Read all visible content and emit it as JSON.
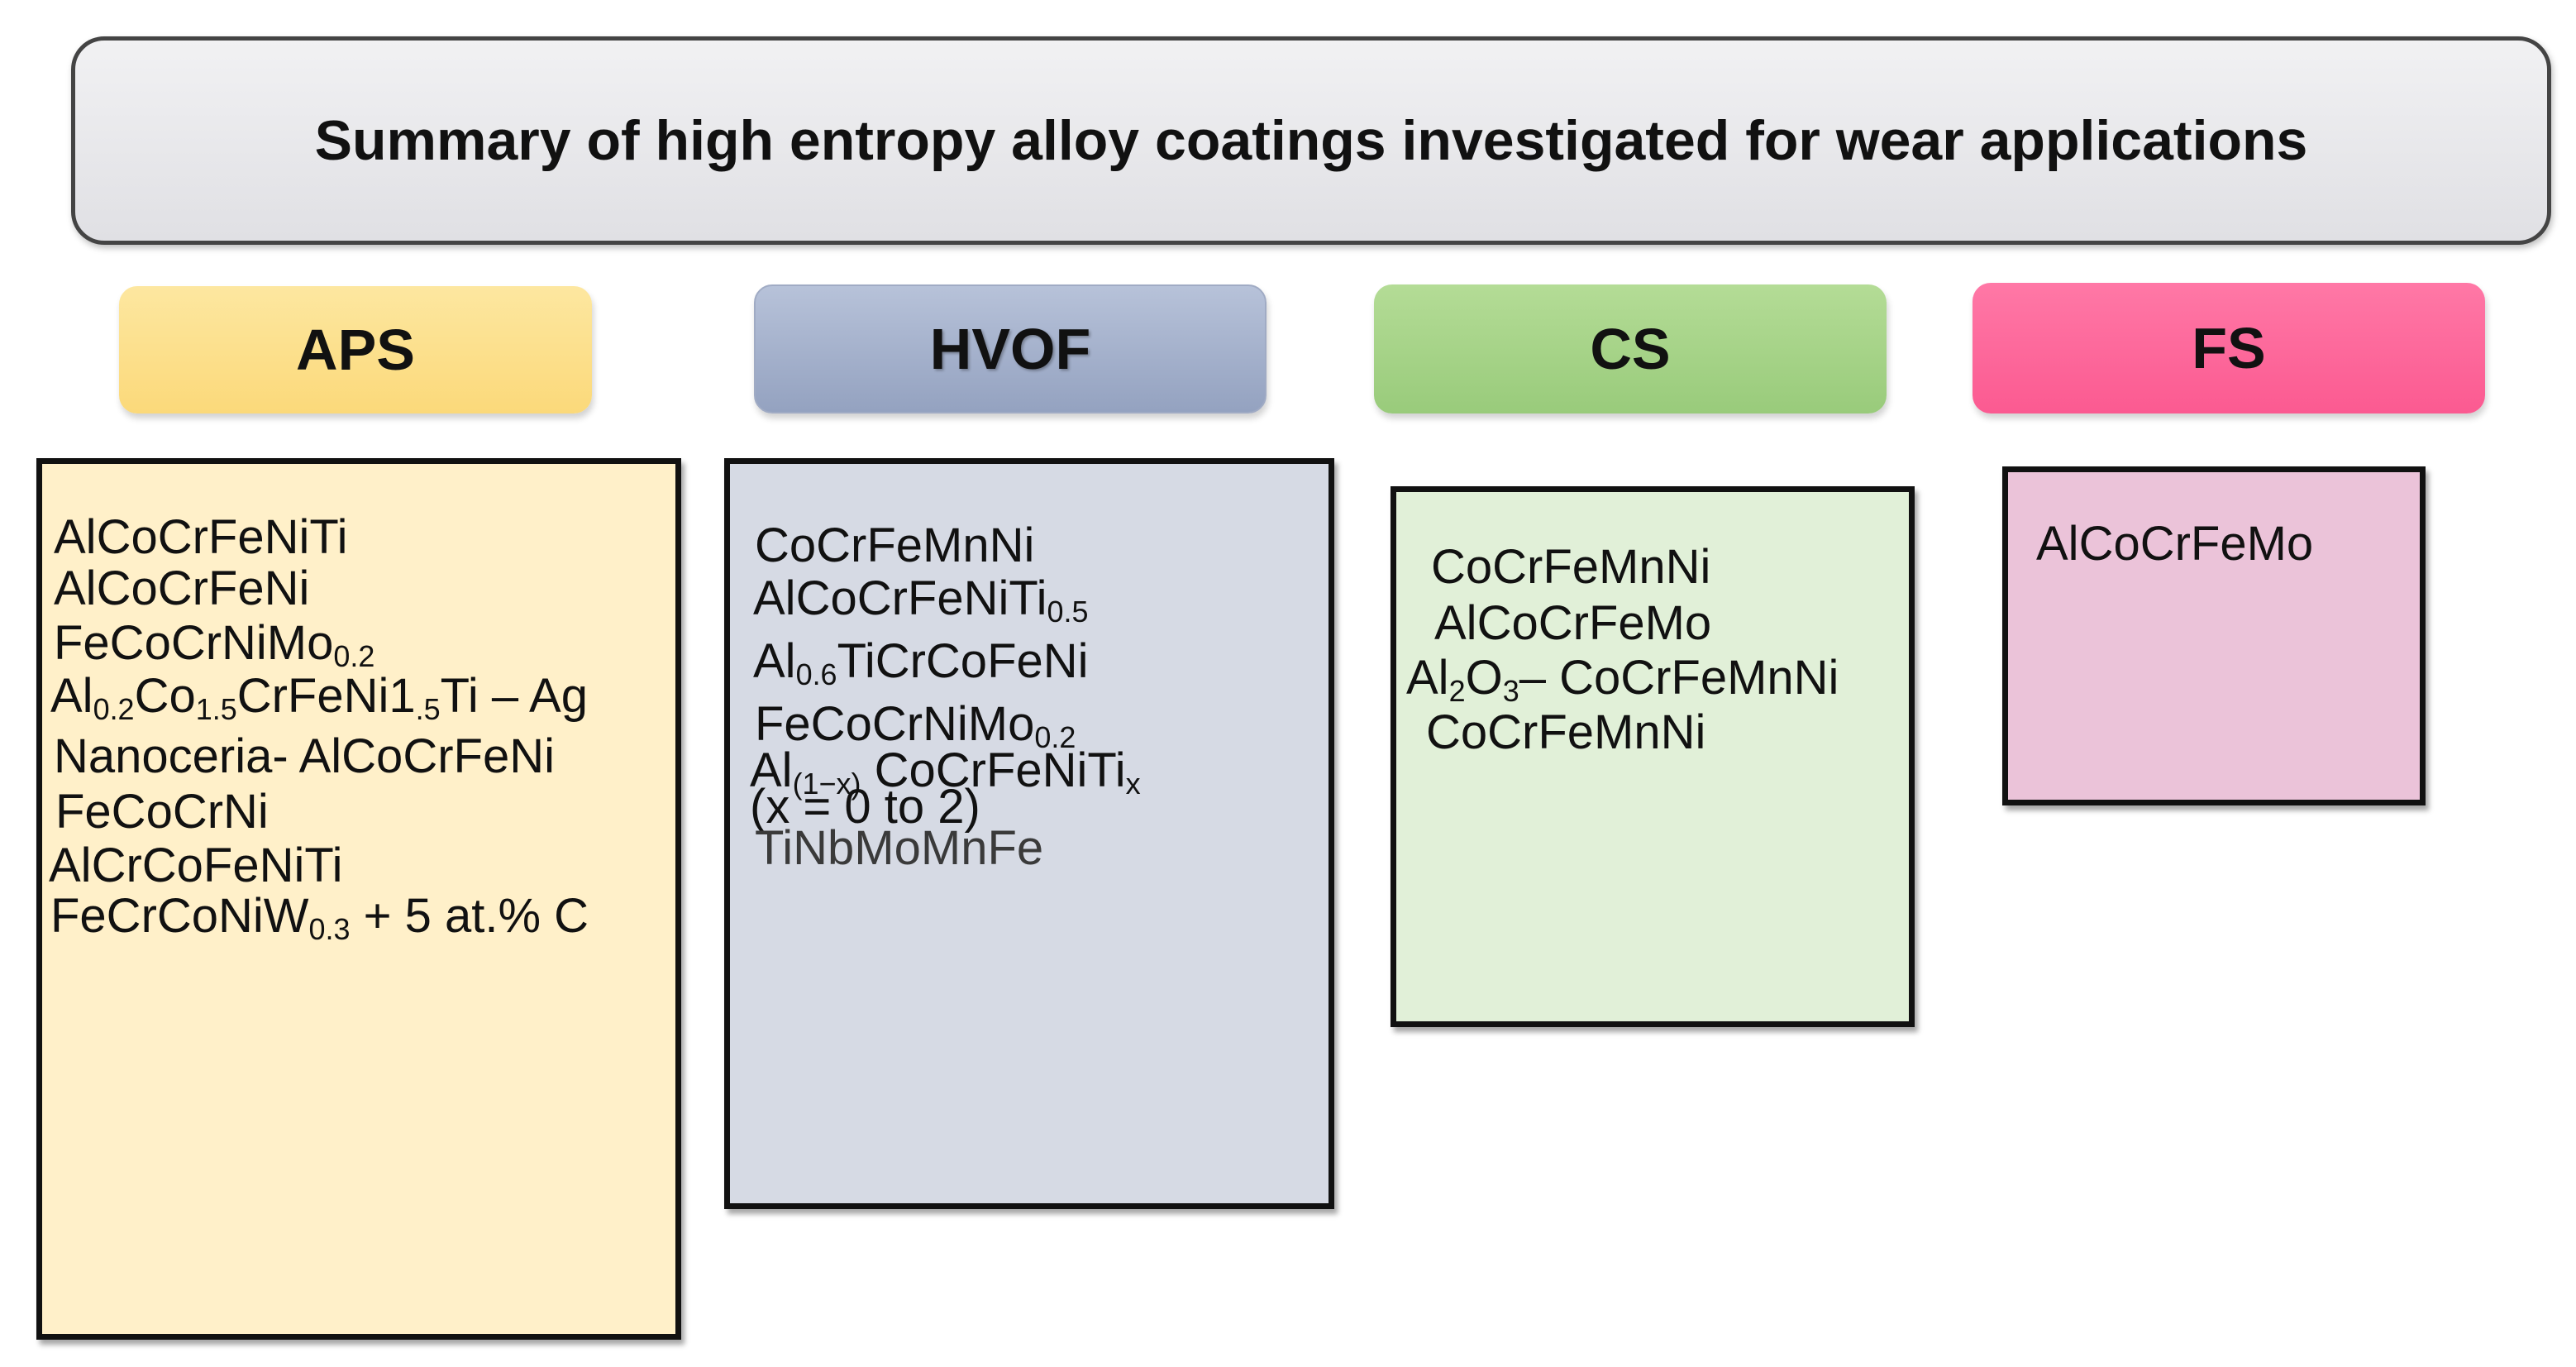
{
  "title": "Summary of high entropy alloy coatings investigated for wear applications",
  "columns": [
    {
      "key": "aps",
      "header": "APS",
      "header_color": "#fbd97a",
      "panel_color": "#fff0c9",
      "items": [
        {
          "parts": [
            {
              "t": "AlCoCrFeNiTi"
            }
          ]
        },
        {
          "parts": [
            {
              "t": "AlCoCrFeNi"
            }
          ]
        },
        {
          "parts": [
            {
              "t": "FeCoCrNiMo"
            },
            {
              "t": "0.2",
              "sub": true
            }
          ]
        },
        {
          "parts": [
            {
              "t": "Al"
            },
            {
              "t": "0.2",
              "sub": true
            },
            {
              "t": "Co"
            },
            {
              "t": "1.5",
              "sub": true
            },
            {
              "t": "CrFeNi1"
            },
            {
              "t": ".5",
              "sub": true
            },
            {
              "t": "Ti – Ag"
            }
          ]
        },
        {
          "parts": [
            {
              "t": "Nanoceria- AlCoCrFeNi"
            }
          ]
        },
        {
          "parts": [
            {
              "t": "FeCoCrNi"
            }
          ]
        },
        {
          "parts": [
            {
              "t": "AlCrCoFeNiTi"
            }
          ]
        },
        {
          "parts": [
            {
              "t": "FeCrCoNiW"
            },
            {
              "t": "0.3",
              "sub": true
            },
            {
              "t": " + 5  at.% C"
            }
          ]
        }
      ]
    },
    {
      "key": "hvof",
      "header": "HVOF",
      "header_color": "#94a2c0",
      "panel_color": "#d6dae4",
      "items": [
        {
          "parts": [
            {
              "t": "CoCrFeMnNi"
            }
          ]
        },
        {
          "parts": [
            {
              "t": "AlCoCrFeNiTi"
            },
            {
              "t": "0.5",
              "sub": true
            }
          ]
        },
        {
          "parts": [
            {
              "t": "Al"
            },
            {
              "t": "0.6",
              "sub": true
            },
            {
              "t": "TiCrCoFeNi"
            }
          ]
        },
        {
          "parts": [
            {
              "t": "FeCoCrNiMo"
            },
            {
              "t": "0.2",
              "sub": true
            }
          ]
        },
        {
          "parts": [
            {
              "t": "Al"
            },
            {
              "t": "(1−x)",
              "sub": true
            },
            {
              "t": " CoCrFeNiTi"
            },
            {
              "t": "x",
              "sub": true
            }
          ]
        },
        {
          "parts": [
            {
              "t": "(x = 0 to 2)"
            }
          ]
        },
        {
          "parts": [
            {
              "t": "TiNbMoMnFe"
            }
          ]
        }
      ]
    },
    {
      "key": "cs",
      "header": "CS",
      "header_color": "#99cb7b",
      "panel_color": "#e1f0d8",
      "items": [
        {
          "parts": [
            {
              "t": "CoCrFeMnNi"
            }
          ]
        },
        {
          "parts": [
            {
              "t": "AlCoCrFeMo"
            }
          ]
        },
        {
          "parts": [
            {
              "t": "Al"
            },
            {
              "t": "2",
              "sub": true
            },
            {
              "t": "O"
            },
            {
              "t": "3",
              "sub": true
            },
            {
              "t": "– CoCrFeMnNi"
            }
          ]
        },
        {
          "parts": [
            {
              "t": "CoCrFeMnNi"
            }
          ]
        }
      ]
    },
    {
      "key": "fs",
      "header": "FS",
      "header_color": "#fb5a91",
      "panel_color": "#ebc3d9",
      "items": [
        {
          "parts": [
            {
              "t": "AlCoCrFeMo"
            }
          ]
        }
      ]
    }
  ]
}
